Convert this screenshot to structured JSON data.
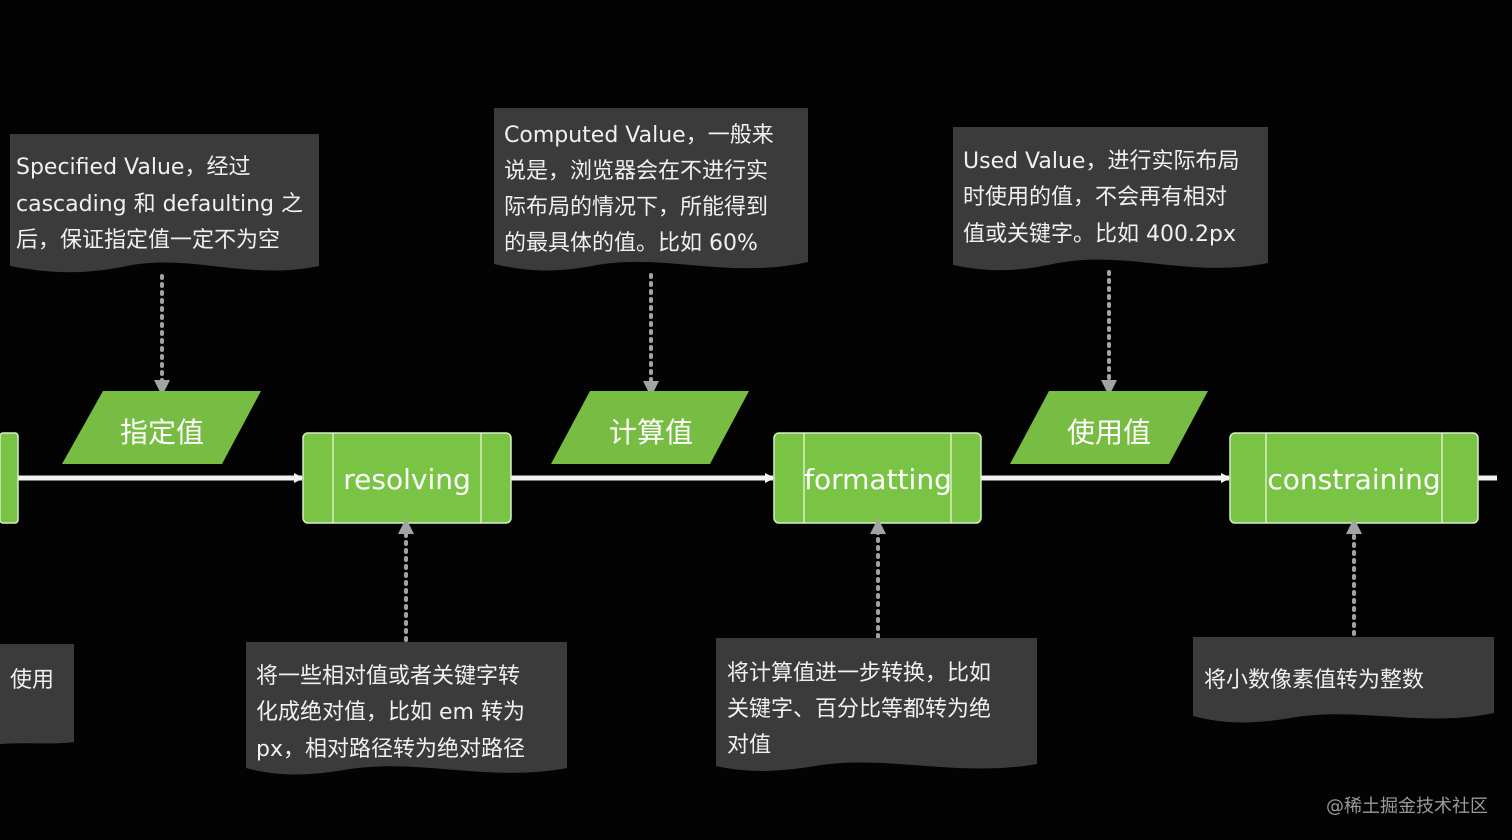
{
  "notes": {
    "specified": [
      "Specified Value，经过",
      "cascading 和 defaulting 之",
      "后，保证指定值一定不为空"
    ],
    "computed": [
      "Computed Value，一般来",
      "说是，浏览器会在不进行实",
      "际布局的情况下，所能得到",
      "的最具体的值。比如 60%"
    ],
    "used": [
      "Used Value，进行实际布局",
      "时使用的值，不会再有相对",
      "值或关键字。比如 400.2px"
    ],
    "left_partial": [
      "使用"
    ],
    "resolving": [
      "将一些相对值或者关键字转",
      "化成绝对值，比如 em 转为",
      "px，相对路径转为绝对路径"
    ],
    "formatting": [
      "将计算值进一步转换，比如",
      "关键字、百分比等都转为绝",
      "对值"
    ],
    "constraining": [
      "将小数像素值转为整数"
    ]
  },
  "shapes": {
    "specified_label": "指定值",
    "computed_label": "计算值",
    "used_label": "使用值"
  },
  "processes": {
    "resolving": "resolving",
    "formatting": "formatting",
    "constraining": "constraining"
  },
  "watermark": "@稀土掘金技术社区",
  "colors": {
    "background": "#030303",
    "note_fill": "#3b3b3b",
    "shape_fill": "#78bd43",
    "process_fill": "#79c444",
    "connector": "#f2f2f2",
    "dotted_arrow": "#a3a3a3"
  }
}
